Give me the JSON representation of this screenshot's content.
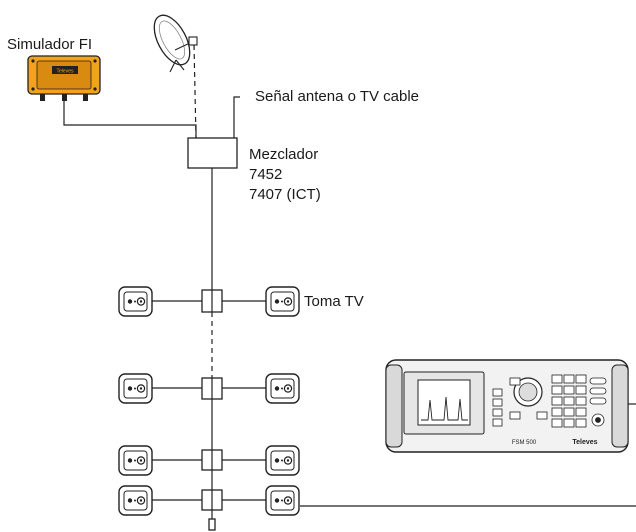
{
  "labels": {
    "simulator": "Simulador FI",
    "signal": "Señal antena o TV cable",
    "mixer_name": "Mezclador",
    "mixer_model_1": "7452",
    "mixer_model_2": "7407 (ICT)",
    "outlet": "Toma TV"
  },
  "device_text": {
    "simulator_brand": "Televes",
    "meter_model": "FSM 500",
    "meter_brand": "Televes"
  },
  "colors": {
    "line": "#222222",
    "simulator_body": "#f2a31b",
    "meter_body": "#e8e8e8",
    "meter_screen": "#ffffff"
  }
}
